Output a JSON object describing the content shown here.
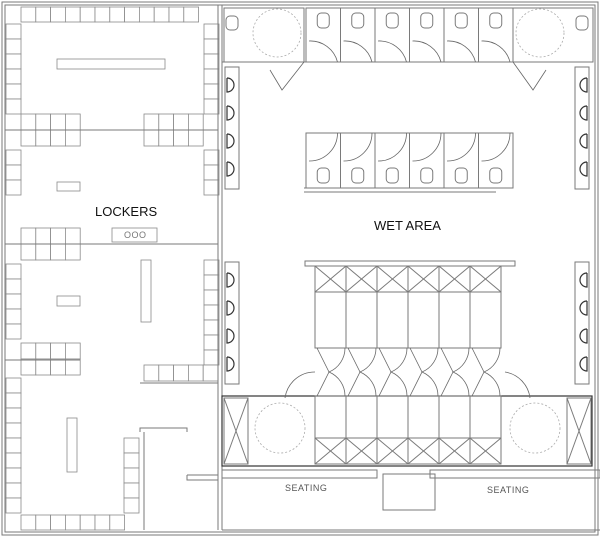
{
  "plan": {
    "rooms": {
      "lockers": "LOCKERS",
      "wet_area": "WET AREA"
    },
    "fixture_labels": {
      "bench_tag": "OOO",
      "seating_left": "SEATING",
      "seating_right": "SEATING"
    },
    "colors": {
      "line": "#7a7a7a",
      "heavy_line": "#333333",
      "text": "#111111",
      "background": "#ffffff"
    },
    "counts": {
      "top_toilet_stalls": 6,
      "middle_toilet_stalls": 6,
      "upper_shower_stalls": 6,
      "lower_shower_stalls": 6,
      "accessible_wcs": 2,
      "accessible_showers": 2,
      "basins_per_bank": 4,
      "basin_banks": 4
    }
  }
}
